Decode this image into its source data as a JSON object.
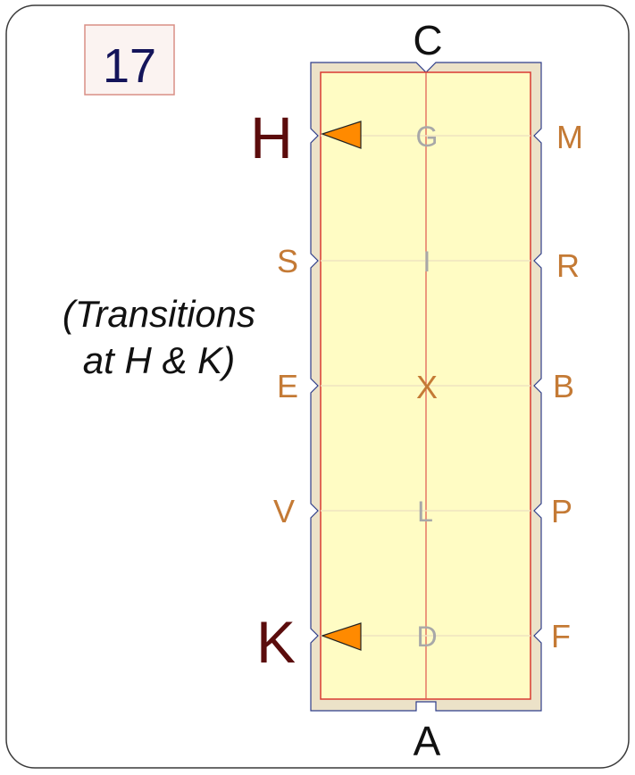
{
  "pattern_number": "17",
  "note": {
    "line1": "(Transitions",
    "line2": "at  H & K)"
  },
  "end_letters": {
    "top": "C",
    "bottom": "A"
  },
  "big_letters": {
    "upper": "H",
    "lower": "K"
  },
  "left_letters": [
    "S",
    "E",
    "V"
  ],
  "right_letters": [
    "M",
    "R",
    "B",
    "P",
    "F"
  ],
  "center_letters": [
    "G",
    "I",
    "X",
    "L",
    "D"
  ],
  "arrows": [
    "at H",
    "at K"
  ],
  "colors": {
    "arena_fill": "#fffcc4",
    "arena_border": "#d93a32",
    "surround_fill": "#ece2c8",
    "letter_brown": "#c47a35",
    "letter_dark": "#5b0c0c",
    "letter_grey": "#a0a0a0",
    "arrow_fill": "#ff8a00",
    "number_color": "#14145a",
    "number_box_border": "#d98f85"
  }
}
